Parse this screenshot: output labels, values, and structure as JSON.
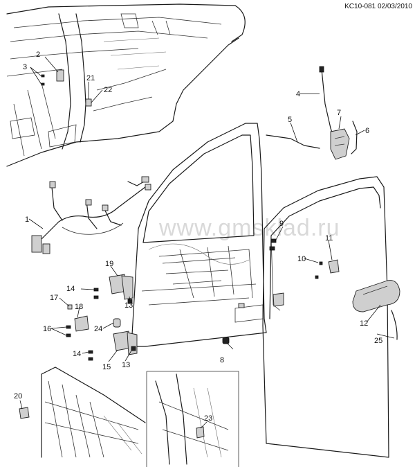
{
  "reference": "KC10-081 02/03/2010",
  "watermark": "www.gmsklad.ru",
  "callouts": {
    "c1": "1",
    "c2": "2",
    "c3": "3",
    "c4": "4",
    "c5": "5",
    "c6": "6",
    "c7": "7",
    "c8": "8",
    "c9": "9",
    "c10": "10",
    "c11": "11",
    "c12": "12",
    "c13a": "13",
    "c13b": "13",
    "c14a": "14",
    "c14b": "14",
    "c15": "15",
    "c16": "16",
    "c17": "17",
    "c18": "18",
    "c19": "19",
    "c20": "20",
    "c21": "21",
    "c22": "22",
    "c23": "23",
    "c24": "24",
    "c25": "25"
  }
}
